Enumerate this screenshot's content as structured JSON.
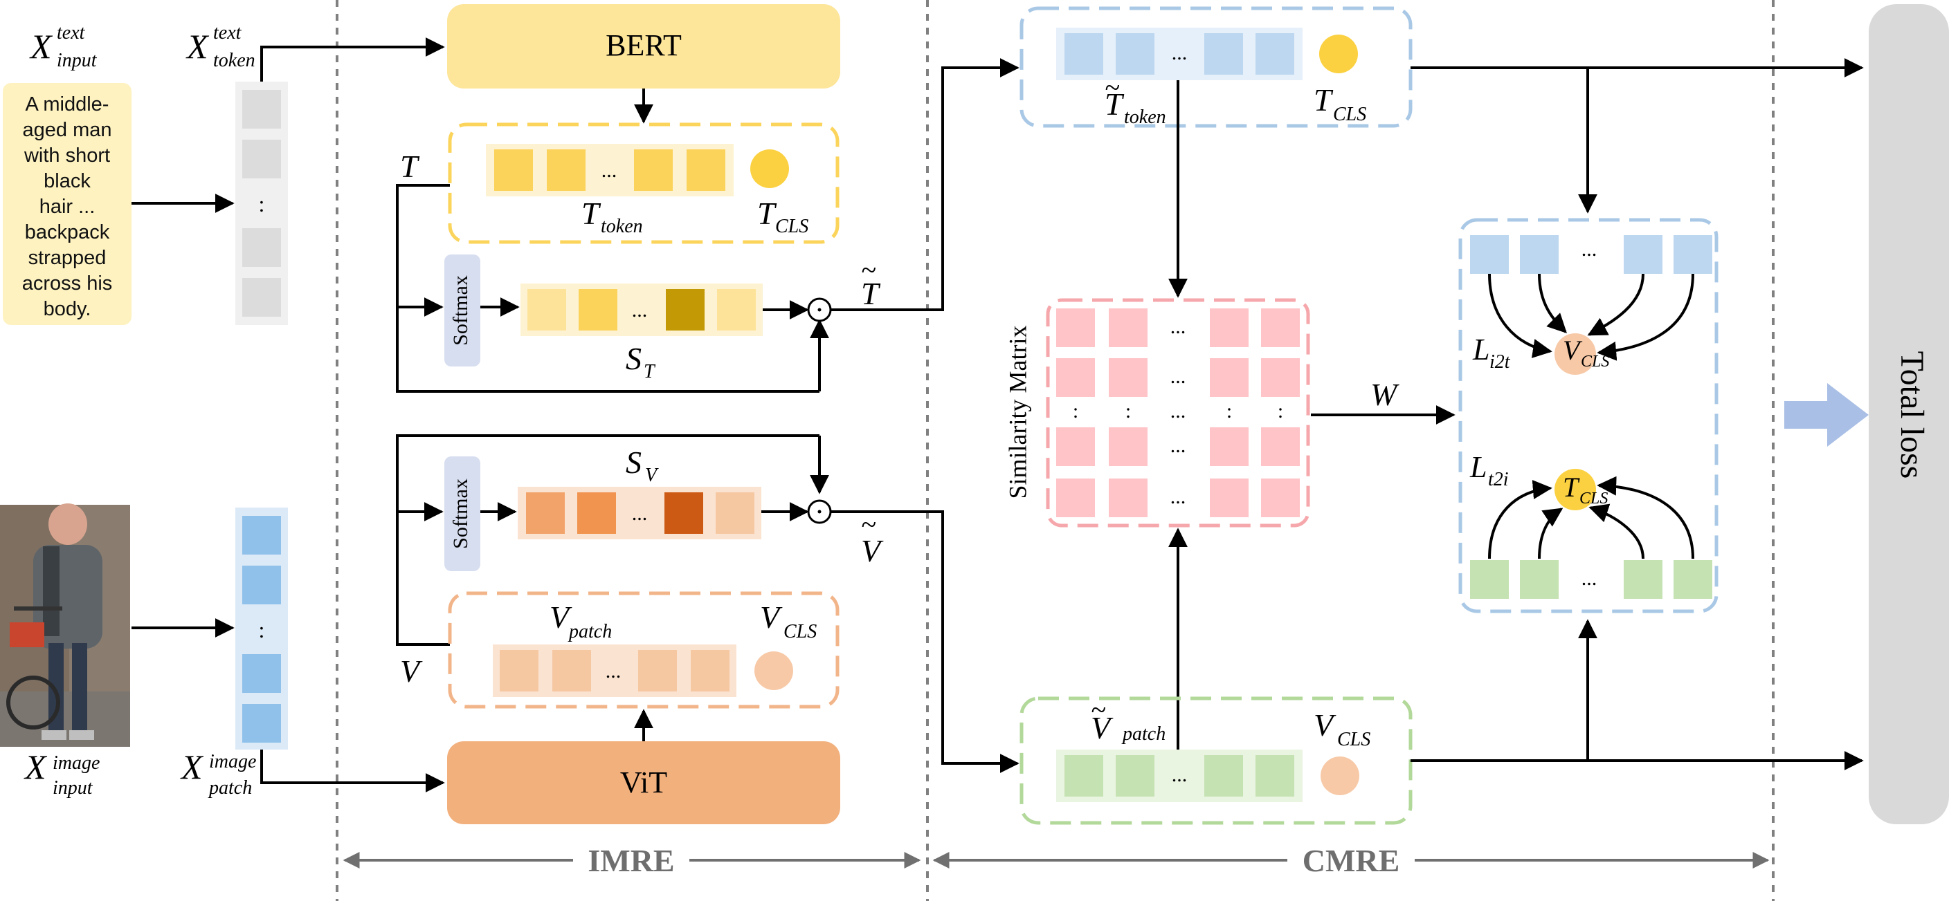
{
  "colors": {
    "bert": "#fde59a",
    "vit": "#f2b07d",
    "text_token": "#dcdcdc",
    "image_patch": "#90c1ea",
    "yellow_cell": "#fbd25a",
    "yellow_cell_light": "#fde39a",
    "yellow_dark": "#c39a05",
    "orange_cell": "#f2a36a",
    "orange_dark": "#cc5a14",
    "orange_light": "#f6c8a2",
    "blue_cell": "#bcd7ef",
    "green_cell": "#c5e2b2",
    "pink_cell": "#ffc4c7",
    "cls_yellow": "#fbd141",
    "cls_orange": "#f7c9a7",
    "total_loss": "#d9d9d9",
    "big_arrow": "#a9bfe5"
  },
  "labels": {
    "x_input": "X",
    "x_input_text_sup": "text",
    "x_input_text_sub": "input",
    "x_token": "X",
    "x_token_sup": "text",
    "x_token_sub": "token",
    "x_image": "X",
    "x_image_sup": "image",
    "x_image_sub": "input",
    "x_patch": "X",
    "x_patch_sup": "image",
    "x_patch_sub": "patch",
    "text_lines": [
      "A middle-",
      "aged man",
      "with short",
      "black",
      "hair ...",
      "backpack",
      "strapped",
      "across his",
      "body."
    ],
    "bert": "BERT",
    "vit": "ViT",
    "softmax": "Softmax",
    "T": "T",
    "V": "V",
    "T_token": "T",
    "T_token_sub": "token",
    "T_cls": "T",
    "T_cls_sub": "CLS",
    "S_T": "S",
    "S_T_sub": "T",
    "S_V": "S",
    "S_V_sub": "V",
    "V_patch": "V",
    "V_patch_sub": "patch",
    "V_cls": "V",
    "V_cls_sub": "CLS",
    "T_tilde": "T",
    "V_tilde": "V",
    "Tt_token": "T",
    "Tt_token_sub": "token",
    "Tt_cls": "T",
    "Tt_cls_sub": "CLS",
    "Vt_patch": "V",
    "Vt_patch_sub": "patch",
    "Vt_cls": "V",
    "Vt_cls_sub": "CLS",
    "similarity": "Similarity Matrix",
    "W": "W",
    "L_i2t": "L",
    "L_i2t_sub": "i2t",
    "L_t2i": "L",
    "L_t2i_sub": "t2i",
    "loss_V": "V",
    "loss_V_sub": "CLS",
    "loss_T": "T",
    "loss_T_sub": "CLS",
    "total_loss": "Total loss",
    "imre": "IMRE",
    "cmre": "CMRE",
    "ellipsis": "...",
    "vdots": ":",
    "tilde": "~"
  }
}
